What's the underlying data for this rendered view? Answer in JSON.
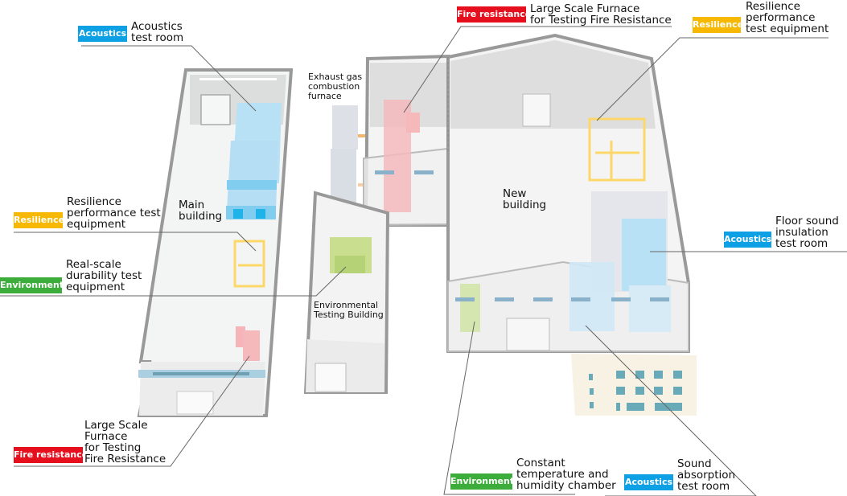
{
  "colors": {
    "acoustics": "#0ea0e4",
    "resilience": "#f6b800",
    "environment": "#3cad3a",
    "fire_resistance": "#e50f1d"
  },
  "buildings": {
    "main": "Main\nbuilding",
    "new": "New\nbuilding",
    "environmental": "Environmental\nTesting Building",
    "exhaust": "Exhaust gas\ncombustion\nfurnace"
  },
  "callouts": [
    {
      "tag": "Acoustics",
      "category": "acoustics",
      "text": "Acoustics\ntest room"
    },
    {
      "tag": "Fire resistance",
      "category": "fire_resistance",
      "text": "Large Scale Furnace\nfor Testing Fire Resistance"
    },
    {
      "tag": "Resilience",
      "category": "resilience",
      "text": "Resilience\nperformance\ntest equipment"
    },
    {
      "tag": "Resilience",
      "category": "resilience",
      "text": "Resilience\nperformance test\nequipment"
    },
    {
      "tag": "Environment",
      "category": "environment",
      "text": "Real-scale\ndurability test\nequipment"
    },
    {
      "tag": "Acoustics",
      "category": "acoustics",
      "text": "Floor sound\ninsulation\ntest room"
    },
    {
      "tag": "Fire resistance",
      "category": "fire_resistance",
      "text": "Large Scale\nFurnace\nfor Testing\nFire Resistance"
    },
    {
      "tag": "Environment",
      "category": "environment",
      "text": "Constant\ntemperature and\nhumidity chamber"
    },
    {
      "tag": "Acoustics",
      "category": "acoustics",
      "text": "Sound\nabsorption\ntest room"
    }
  ]
}
